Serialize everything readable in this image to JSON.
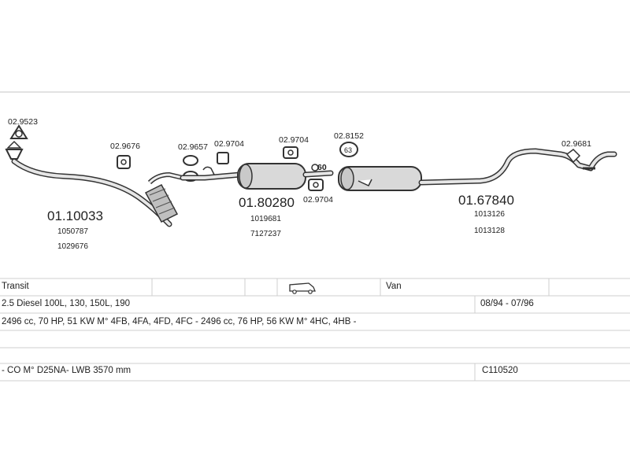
{
  "parts": {
    "front_pipe": {
      "code": "01.10033",
      "refs": [
        "1050787",
        "1029676"
      ]
    },
    "mid_silencer": {
      "code": "01.80280",
      "refs": [
        "1019681",
        "7127237"
      ]
    },
    "rear_silencer": {
      "code": "01.67840",
      "refs": [
        "1013126",
        "1013128"
      ]
    }
  },
  "accessories": {
    "gasket": "02.9523",
    "hanger_1": "02.9676",
    "clamp_1": "02.9657",
    "clamp_2": "02.9704",
    "hanger_mid": "02.9704",
    "hanger_mid_2": "02.9704",
    "ring": "02.8152",
    "ring_size": "63",
    "clamp_size": "60",
    "tail_clamp": "02.9681"
  },
  "table": {
    "model": "Transit",
    "body": "Van",
    "engine": "2.5 Diesel 100L, 130, 150L, 190",
    "years": "08/94 - 07/96",
    "specs": "2496 cc, 70 HP, 51 KW M° 4FB, 4FA, 4FD, 4FC - 2496 cc, 76 HP, 56 KW M° 4HC, 4HB -",
    "note": "- CO M° D25NA- LWB 3570 mm",
    "catalog_code": "C110520"
  },
  "icons": {
    "vehicle": "van-icon"
  }
}
